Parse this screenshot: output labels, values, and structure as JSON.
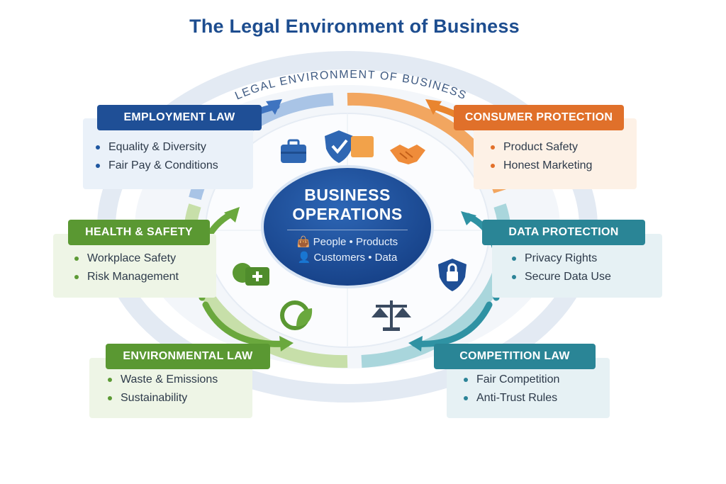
{
  "title": "The Legal Environment of Business",
  "ring_label": "LEGAL ENVIRONMENT OF BUSINESS",
  "center": {
    "title_line1": "BUSINESS",
    "title_line2": "OPERATIONS",
    "line1_icon": "👜",
    "line1": "People • Products",
    "line2_icon": "👤",
    "line2": "Customers • Data"
  },
  "areas": [
    {
      "key": "employment",
      "title": "EMPLOYMENT LAW",
      "color": "#1f4f96",
      "items": [
        "Equality & Diversity",
        "Fair Pay & Conditions"
      ],
      "icon": "briefcase-icon"
    },
    {
      "key": "consumer",
      "title": "CONSUMER PROTECTION",
      "color": "#e0702a",
      "items": [
        "Product Safety",
        "Honest Marketing"
      ],
      "icon": "handshake-icon"
    },
    {
      "key": "health",
      "title": "HEALTH & SAFETY",
      "color": "#5a9832",
      "items": [
        "Workplace Safety",
        "Risk Management"
      ],
      "icon": "first-aid-icon"
    },
    {
      "key": "data",
      "title": "DATA PROTECTION",
      "color": "#2a8596",
      "items": [
        "Privacy Rights",
        "Secure Data Use"
      ],
      "icon": "lock-shield-icon"
    },
    {
      "key": "environmental",
      "title": "ENVIRONMENTAL LAW",
      "color": "#5a9832",
      "items": [
        "Waste & Emissions",
        "Sustainability"
      ],
      "icon": "leaf-recycle-icon"
    },
    {
      "key": "competition",
      "title": "COMPETITION LAW",
      "color": "#2a8596",
      "items": [
        "Fair Competition",
        "Anti-Trust Rules"
      ],
      "icon": "scales-icon"
    }
  ]
}
